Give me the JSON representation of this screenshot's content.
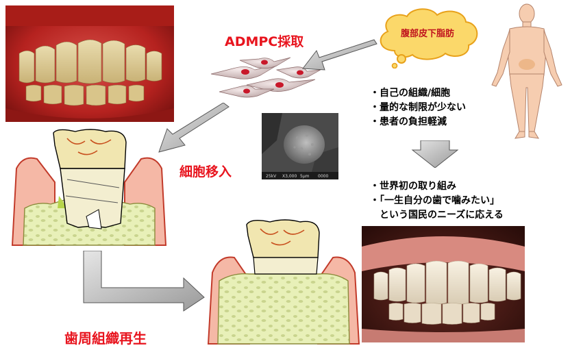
{
  "labels": {
    "admpc": "ADMPC採取",
    "cell_transplant": "細胞移入",
    "regeneration": "歯周組織再生",
    "cloud": "腹部皮下脂肪"
  },
  "benefits": [
    "・自己の組織/細胞",
    "・量的な制限が少ない",
    "・患者の負担軽減"
  ],
  "goals": [
    "・世界初の取り組み",
    "・「一生自分の歯で噛みたい」",
    "という国民のニーズに応える"
  ],
  "micrograph_scale": [
    "25kV",
    "X3,000",
    "5μm",
    "0000"
  ]
}
